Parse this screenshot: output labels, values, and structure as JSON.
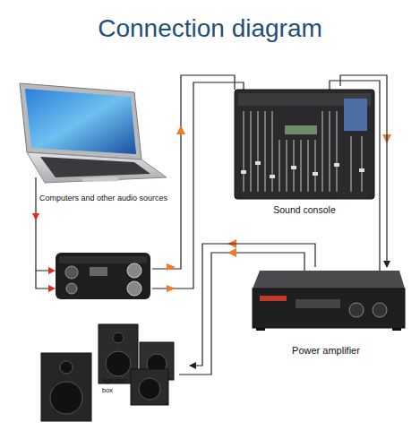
{
  "diagram": {
    "title": "Connection diagram",
    "nodes": [
      {
        "text": [
          "Computers and other audio sources"
        ]
      },
      {
        "text": [
          "Sound console"
        ]
      },
      {
        "text": [
          "Power amplifier"
        ]
      },
      {
        "text": [
          "Speaker box"
        ]
      }
    ],
    "edges": [
      {
        "from": 1,
        "to": 2,
        "arrow": "to"
      },
      {
        "from": 2,
        "to": 3,
        "arrow": "to"
      }
    ]
  }
}
